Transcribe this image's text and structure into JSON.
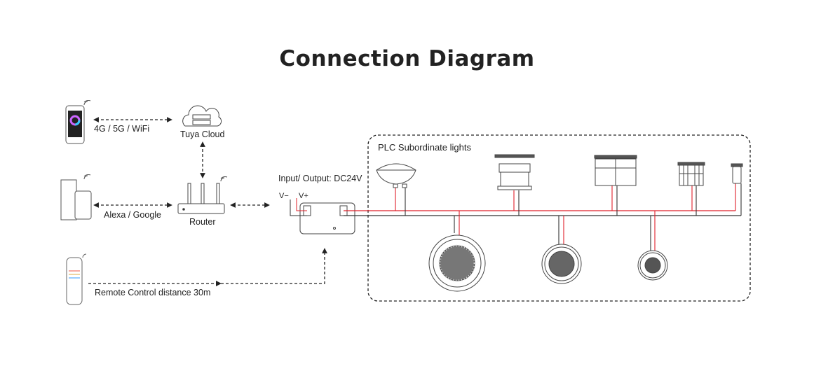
{
  "title": "Connection Diagram",
  "labels": {
    "network": "4G / 5G / WiFi",
    "cloud": "Tuya Cloud",
    "voice": "Alexa / Google",
    "router": "Router",
    "remote": "Remote Control distance 30m",
    "power": "Input/ Output: DC24V",
    "v_minus": "V−",
    "v_plus": "V+",
    "plc_group": "PLC Subordinate lights"
  },
  "colors": {
    "positive_wire": "#e0202a",
    "negative_wire": "#333333",
    "text": "#222222"
  }
}
